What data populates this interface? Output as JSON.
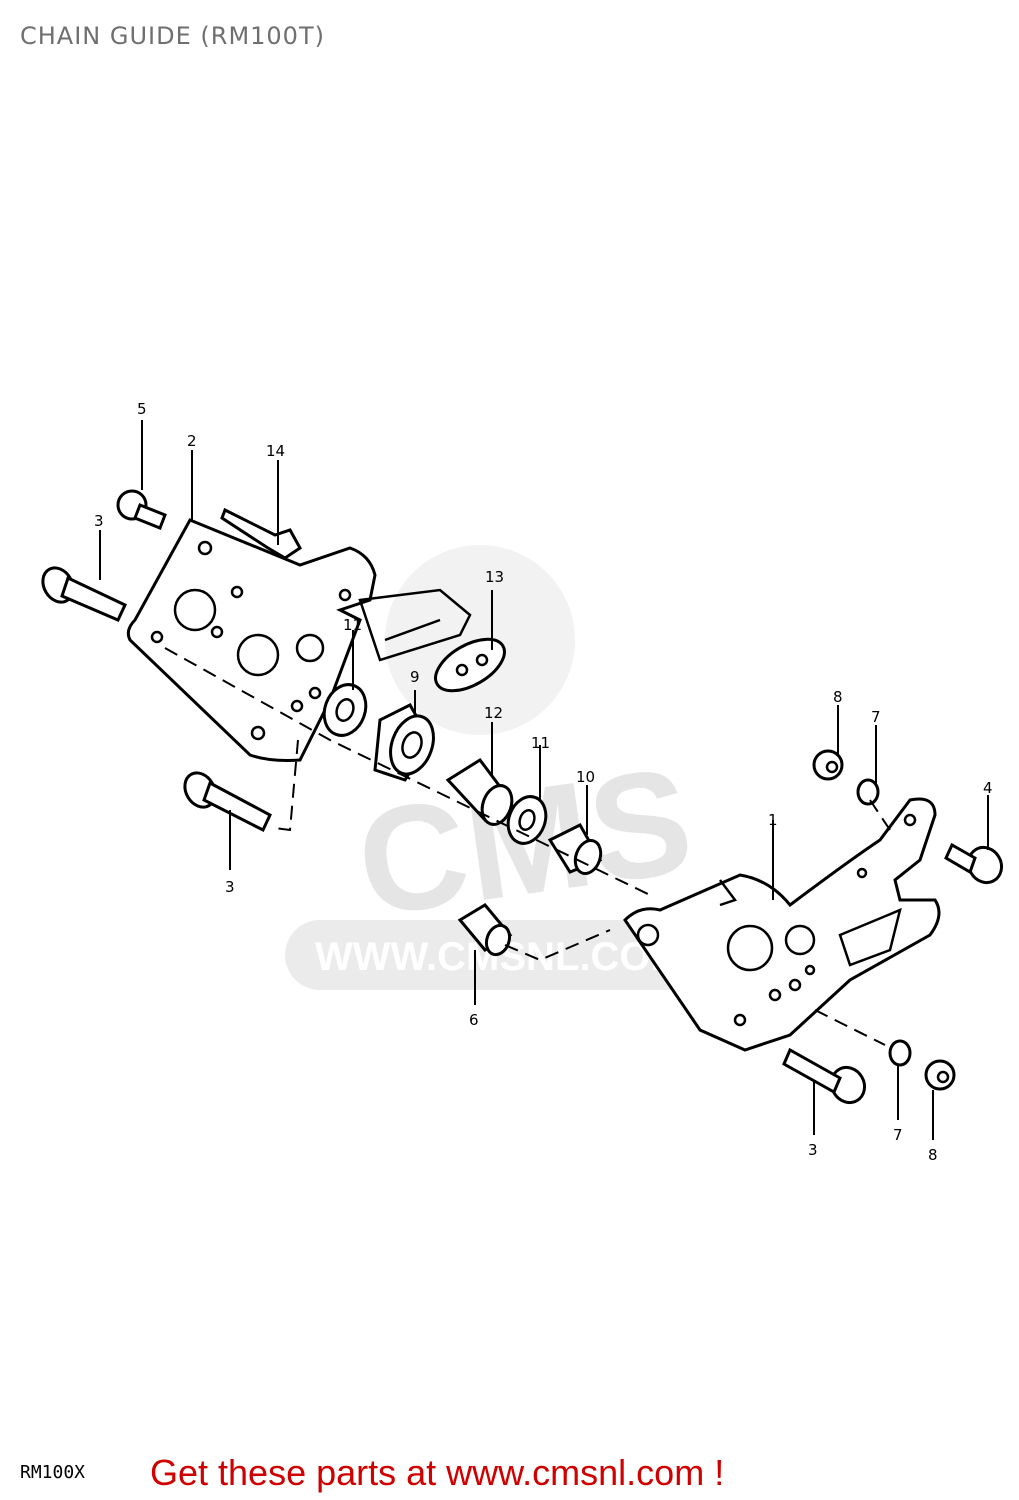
{
  "title": "CHAIN GUIDE (RM100T)",
  "model_code": "RM100X",
  "promo": "Get these parts at www.cmsnl.com !",
  "watermark": {
    "brand": "CMS",
    "url": "WWW.CMSNL.COM"
  },
  "colors": {
    "title": "#6f6f6f",
    "promo": "#d10000",
    "watermark": "#d4d4d4"
  },
  "callouts": [
    "1",
    "2",
    "3",
    "3",
    "3",
    "4",
    "5",
    "6",
    "7",
    "7",
    "8",
    "8",
    "9",
    "10",
    "11",
    "11",
    "12",
    "13",
    "14"
  ]
}
